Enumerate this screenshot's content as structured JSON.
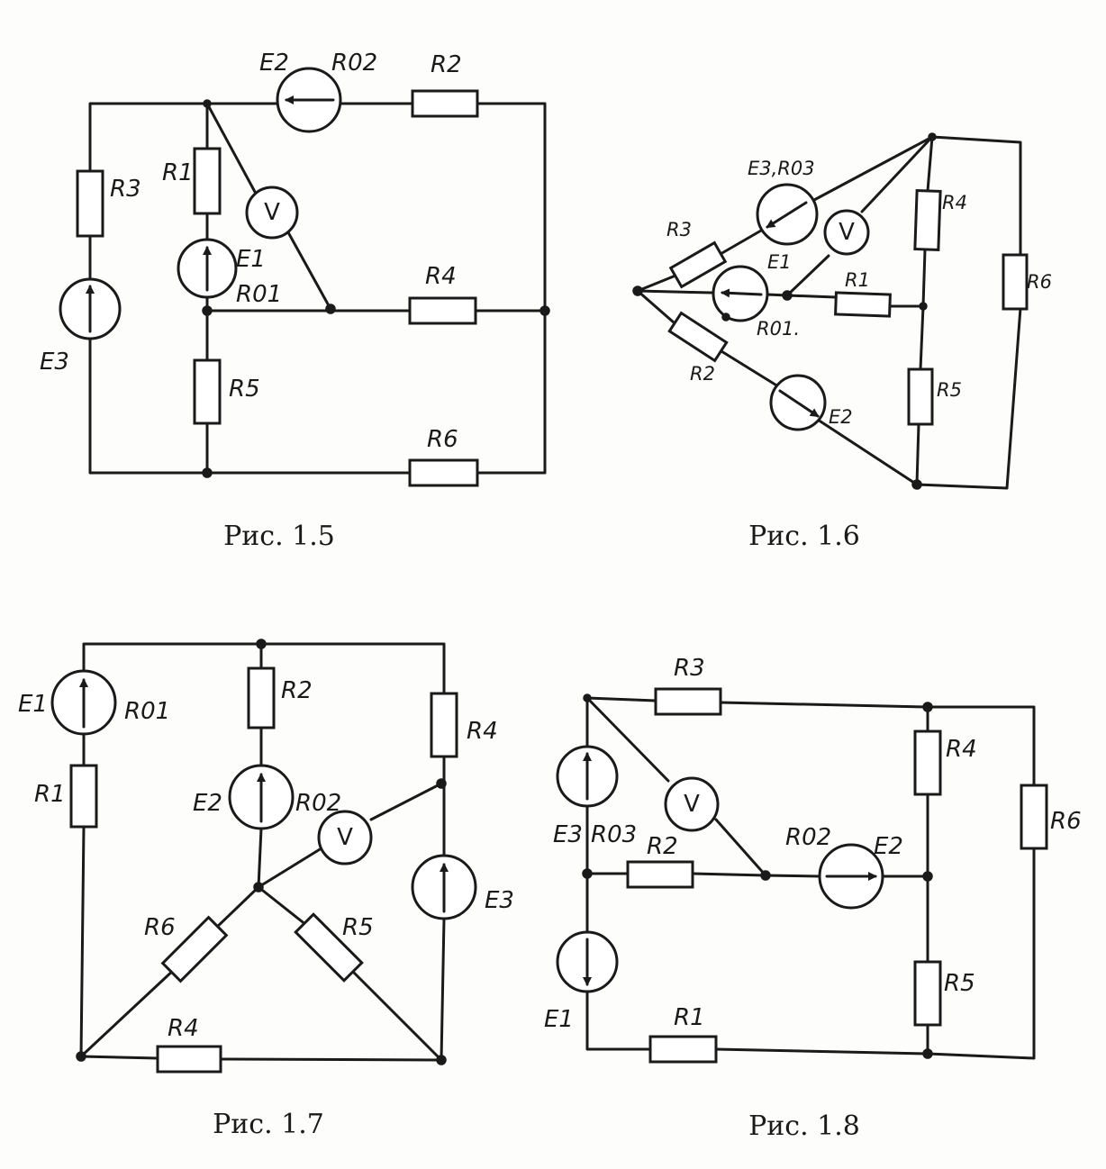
{
  "figures": [
    {
      "id": "fig-1-5",
      "caption": "Рис. 1.5",
      "labels": {
        "E2": "E2",
        "R02": "R02",
        "R2": "R2",
        "R3": "R3",
        "R1": "R1",
        "V": "V",
        "E1": "E1",
        "R01": "R01",
        "R4": "R4",
        "E3": "E3",
        "R5": "R5",
        "R6": "R6"
      }
    },
    {
      "id": "fig-1-6",
      "caption": "Рис. 1.6",
      "labels": {
        "E3R03": "E3,R03",
        "V": "V",
        "R4": "R4",
        "R6": "R6",
        "R3": "R3",
        "E1": "E1",
        "R1": "R1",
        "R01": "R01.",
        "R2": "R2",
        "E2": "E2",
        "R5": "R5"
      }
    },
    {
      "id": "fig-1-7",
      "caption": "Рис. 1.7",
      "labels": {
        "E1": "E1",
        "R01": "R01",
        "R1": "R1",
        "R2": "R2",
        "E2": "E2",
        "R02": "R02",
        "V": "V",
        "R4top": "R4",
        "E3": "E3",
        "R6": "R6",
        "R5": "R5",
        "R4bottom": "R4"
      }
    },
    {
      "id": "fig-1-8",
      "caption": "Рис. 1.8",
      "labels": {
        "R3": "R3",
        "R4": "R4",
        "R6": "R6",
        "V": "V",
        "E3": "E3",
        "R03": "R03",
        "R2": "R2",
        "R02": "R02",
        "E2": "E2",
        "E1": "E1",
        "R1": "R1",
        "R5": "R5"
      }
    }
  ]
}
